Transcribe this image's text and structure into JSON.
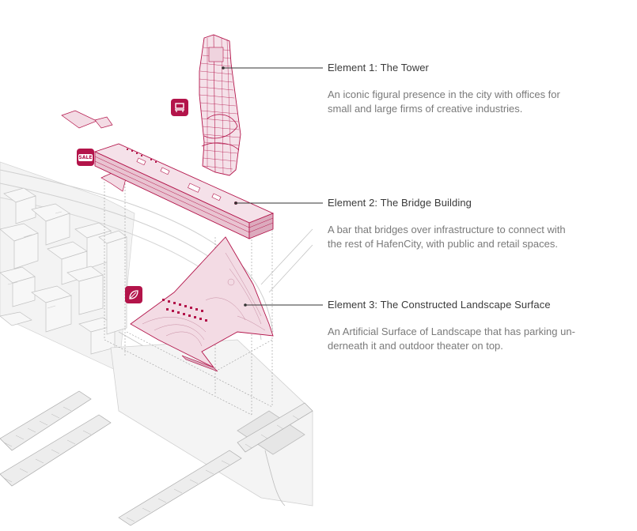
{
  "elements": [
    {
      "title": "Element 1: The Tower",
      "description_lines": [
        "An iconic figural presence in the city with offices for",
        "small and large firms of creative industries."
      ]
    },
    {
      "title": "Element 2: The Bridge Building",
      "description_lines": [
        "A bar that bridges over infrastructure to connect with",
        "the rest of HafenCity, with public and retail spaces."
      ]
    },
    {
      "title": "Element 3: The Constructed Landscape Surface",
      "description_lines": [
        "An Artificial Surface of Landscape that has parking un-",
        "derneath it and outdoor theater on top."
      ]
    }
  ],
  "icons": {
    "tower_icon": "office-desk-icon",
    "bridge_icon": "sale-tag-icon",
    "landscape_icon": "leaf-icon",
    "sale_label": "SALE"
  },
  "colors": {
    "accent": "#b3144a",
    "accent_fill": "#f3dbe4",
    "linework": "#b0b0b0",
    "text_title": "#3a3a3a",
    "text_body": "#7a7a7a"
  }
}
